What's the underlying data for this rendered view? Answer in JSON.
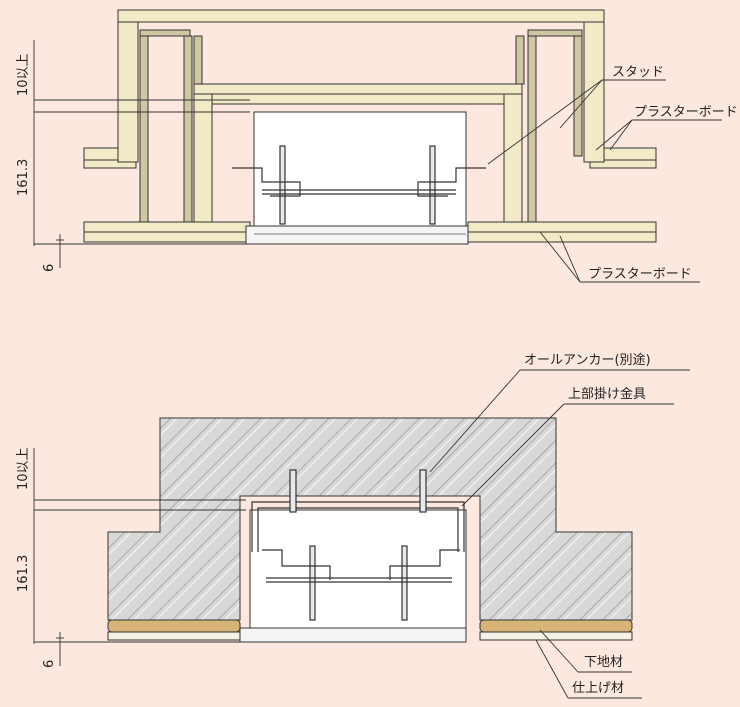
{
  "top_diagram": {
    "labels": {
      "stud": "スタッド",
      "plasterboard_upper": "プラスターボード",
      "plasterboard_lower": "プラスターボード"
    },
    "dimensions": {
      "clearance": "10以上",
      "height": "161.3",
      "offset": "6"
    }
  },
  "bottom_diagram": {
    "labels": {
      "anchor": "オールアンカー(別途)",
      "hanger": "上部掛け金具",
      "substrate": "下地材",
      "finish": "仕上げ材"
    },
    "dimensions": {
      "clearance": "10以上",
      "height": "161.3",
      "offset": "6"
    }
  },
  "colors": {
    "background": "#fde8e0",
    "board": "#f2e9c6",
    "stud_metal": "#cfc6a2",
    "concrete_hatch": "#d4d4d4",
    "substrate_wood": "#d8b478",
    "outline": "#333333"
  }
}
